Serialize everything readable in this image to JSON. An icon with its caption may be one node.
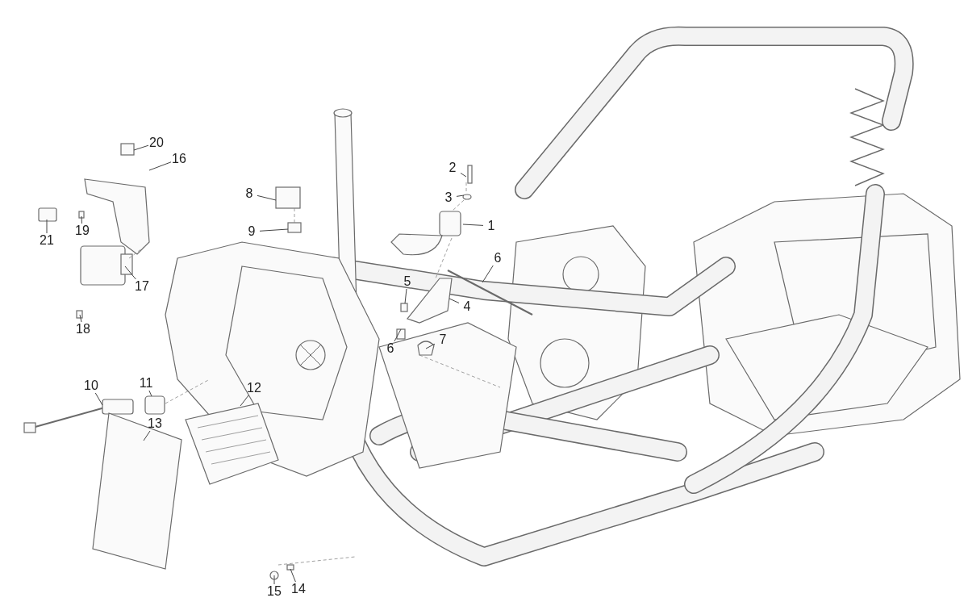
{
  "diagram": {
    "nodes": [
      {
        "text": [
          "1"
        ]
      },
      {
        "text": [
          "2"
        ]
      },
      {
        "text": [
          "3"
        ]
      },
      {
        "text": [
          "4"
        ]
      },
      {
        "text": [
          "5"
        ]
      },
      {
        "text": [
          "6"
        ]
      },
      {
        "text": [
          "6"
        ]
      },
      {
        "text": [
          "7"
        ]
      },
      {
        "text": [
          "8"
        ]
      },
      {
        "text": [
          "9"
        ]
      },
      {
        "text": [
          "10"
        ]
      },
      {
        "text": [
          "11"
        ]
      },
      {
        "text": [
          "12"
        ]
      },
      {
        "text": [
          "13"
        ]
      },
      {
        "text": [
          "14"
        ]
      },
      {
        "text": [
          "15"
        ]
      },
      {
        "text": [
          "16"
        ]
      },
      {
        "text": [
          "17"
        ]
      },
      {
        "text": [
          "18"
        ]
      },
      {
        "text": [
          "19"
        ]
      },
      {
        "text": [
          "20"
        ]
      },
      {
        "text": [
          "21"
        ]
      }
    ],
    "edges": [
      {
        "from": 0,
        "to": null,
        "arrow": "none"
      },
      {
        "from": 1,
        "to": null,
        "arrow": "none"
      },
      {
        "from": 2,
        "to": null,
        "arrow": "none"
      },
      {
        "from": 3,
        "to": null,
        "arrow": "none"
      },
      {
        "from": 4,
        "to": null,
        "arrow": "none"
      },
      {
        "from": 5,
        "to": null,
        "arrow": "none"
      },
      {
        "from": 6,
        "to": null,
        "arrow": "none"
      },
      {
        "from": 7,
        "to": null,
        "arrow": "none"
      },
      {
        "from": 8,
        "to": null,
        "arrow": "none"
      },
      {
        "from": 9,
        "to": null,
        "arrow": "none"
      },
      {
        "from": 10,
        "to": null,
        "arrow": "none"
      },
      {
        "from": 11,
        "to": null,
        "arrow": "none"
      },
      {
        "from": 12,
        "to": null,
        "arrow": "none"
      },
      {
        "from": 13,
        "to": null,
        "arrow": "none"
      },
      {
        "from": 14,
        "to": null,
        "arrow": "none"
      },
      {
        "from": 15,
        "to": null,
        "arrow": "none"
      },
      {
        "from": 16,
        "to": null,
        "arrow": "none"
      },
      {
        "from": 17,
        "to": null,
        "arrow": "none"
      },
      {
        "from": 18,
        "to": null,
        "arrow": "none"
      },
      {
        "from": 19,
        "to": null,
        "arrow": "none"
      },
      {
        "from": 20,
        "to": null,
        "arrow": "none"
      },
      {
        "from": 21,
        "to": null,
        "arrow": "none"
      }
    ]
  }
}
